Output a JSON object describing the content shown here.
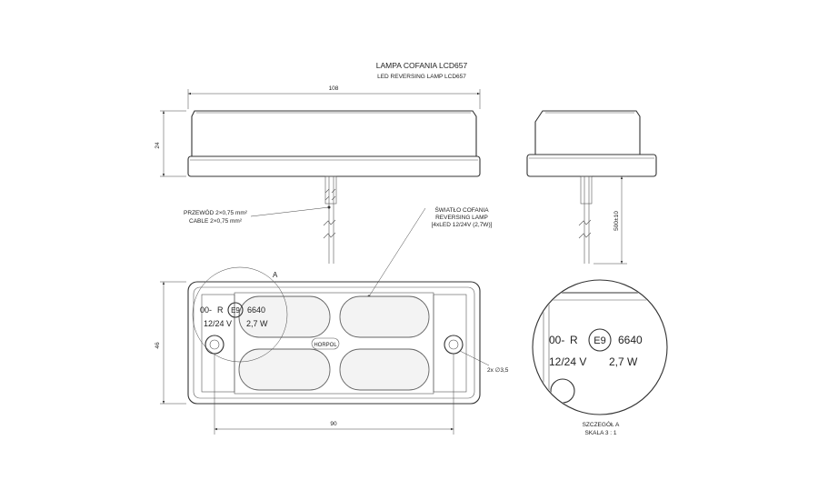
{
  "title": {
    "pl": "LAMPA COFANIA LCD657",
    "en": "LED REVERSING LAMP LCD657"
  },
  "dimensions": {
    "width_top": "108",
    "height_side": "24",
    "width_front": "90",
    "height_front": "46",
    "cable_length": "500±10",
    "hole": "2x ∅3,5"
  },
  "labels": {
    "cable_pl": "PRZEWÓD 2×0,75 mm²",
    "cable_en": "CABLE 2×0,75 mm²",
    "light_pl": "ŚWIATŁO COFANIA",
    "light_en": "REVERSING LAMP",
    "light_spec": "[4xLED 12/24V (2,7W)]",
    "detail_marker": "A",
    "detail_pl": "SZCZEGÓŁ A",
    "detail_scale": "SKALA 3 : 1"
  },
  "marking": {
    "approval_prefix": "00-",
    "approval_symbol": "R",
    "emark": "E9",
    "code": "6640",
    "voltage": "12/24 V",
    "power": "2,7 W",
    "logo": "HORPOL"
  }
}
